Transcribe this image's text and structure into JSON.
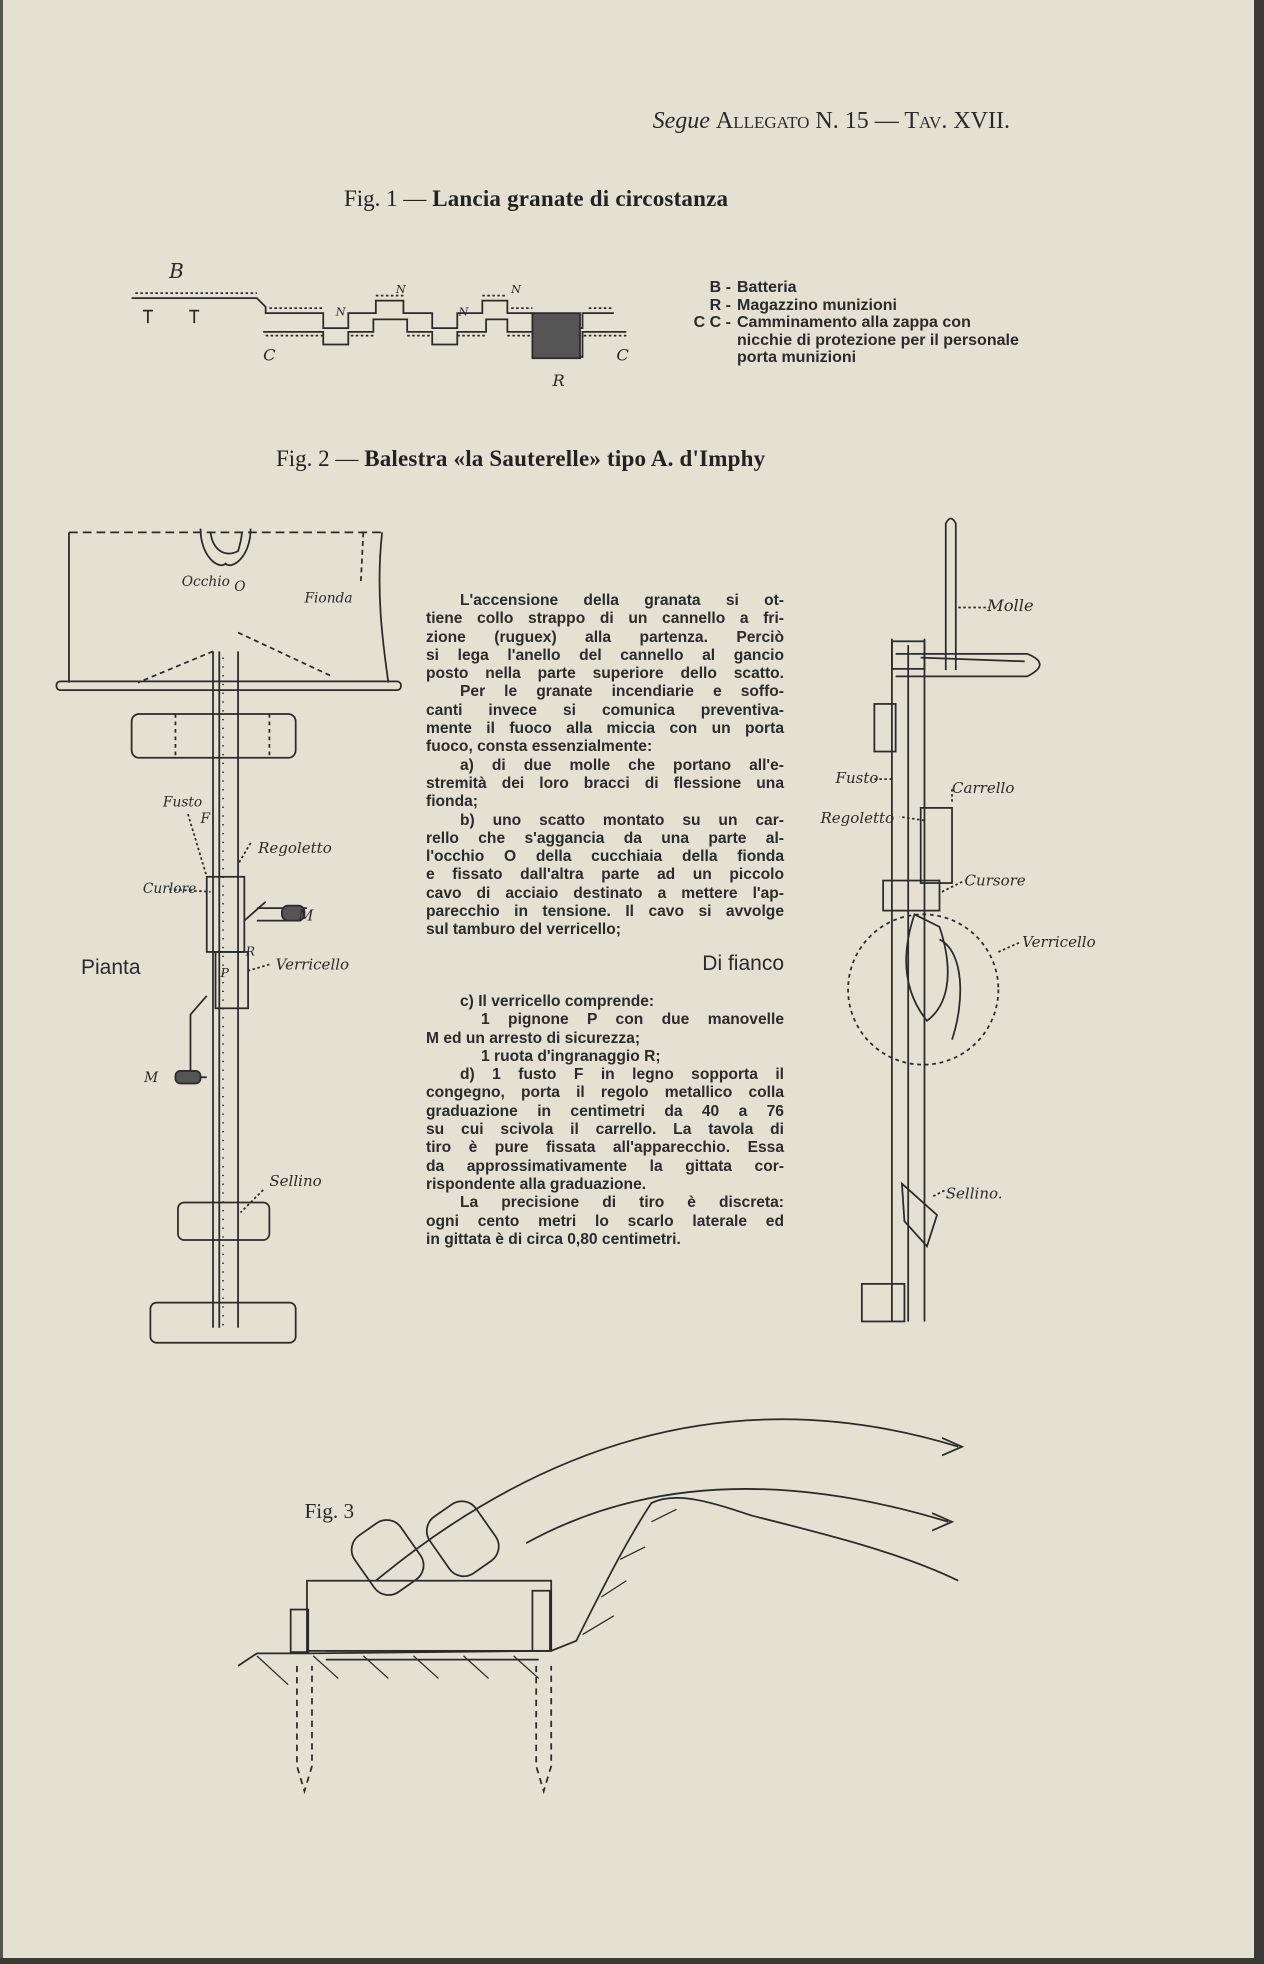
{
  "header": {
    "segue": "Segue",
    "allegato": "Allegato N. 15 — Tav. XVII."
  },
  "fig1": {
    "prefix": "Fig. 1 —",
    "title": "Lancia granate di circostanza",
    "labels": {
      "b": "B",
      "n": "N",
      "c": "C",
      "r": "R"
    },
    "legend": [
      {
        "key": "B -",
        "value": "Batteria"
      },
      {
        "key": "R -",
        "value": "Magazzino munizioni"
      },
      {
        "key": "C C -",
        "value": "Camminamento alla zappa con nicchie di protezione per il personale porta munizioni"
      }
    ]
  },
  "fig2": {
    "prefix": "Fig. 2 —",
    "title": "Balestra «la Sauterelle» tipo A. d'Imphy",
    "pianta": "Pianta",
    "di_fianco": "Di fianco",
    "plan_labels": {
      "occhio": "Occhio",
      "o": "O",
      "fionda": "Fionda",
      "fusto": "Fusto",
      "f": "F",
      "regoletto": "Regoletto",
      "cursore": "Curlore",
      "m": "M",
      "r": "R",
      "p": "P",
      "verricello": "Verricello",
      "sellino": "Sellino"
    },
    "side_labels": {
      "molle": "Molle",
      "fusto": "Fusto",
      "carrello": "Carrello",
      "regoletto": "Regoletto",
      "cursore": "Cursore",
      "verricello": "Verricello",
      "sellino": "Sellino."
    },
    "text1": [
      "L'accensione della granata si ot-",
      "tiene collo strappo di un cannello a fri-",
      "zione (ruguex) alla partenza. Perciò",
      "si lega l'anello del cannello al gancio",
      "posto nella parte superiore dello scatto.",
      "Per le granate incendiarie e soffo-",
      "canti invece si comunica preventiva-",
      "mente il fuoco alla miccia con un porta",
      "fuoco, consta essenzialmente:",
      "a) di due molle che portano all'e-",
      "stremità dei loro bracci di flessione una",
      "fionda;",
      "b) uno scatto montato su un car-",
      "rello che s'aggancia da una parte al-",
      "l'occhio O della cucchiaia della fionda",
      "e fissato dall'altra parte ad un piccolo",
      "cavo di acciaio destinato a mettere l'ap-",
      "parecchio in tensione. Il cavo si avvolge",
      "sul tamburo del verricello;"
    ],
    "text2": [
      "c) Il verricello comprende:",
      "1 pignone P con due manovelle",
      "M ed un arresto di sicurezza;",
      "1 ruota d'ingranaggio R;",
      "d) 1 fusto F in legno sopporta il",
      "congegno, porta il regolo metallico colla",
      "graduazione in centimetri da 40 a 76",
      "su cui scivola il carrello. La tavola di",
      "tiro è pure fissata all'apparecchio. Essa",
      "da approssimativamente la gittata cor-",
      "rispondente alla graduazione.",
      "La precisione di tiro è discreta:",
      "ogni cento metri lo scarlo laterale ed",
      "in gittata è di circa 0,80 centimetri."
    ]
  },
  "fig3": {
    "label": "Fig. 3"
  }
}
